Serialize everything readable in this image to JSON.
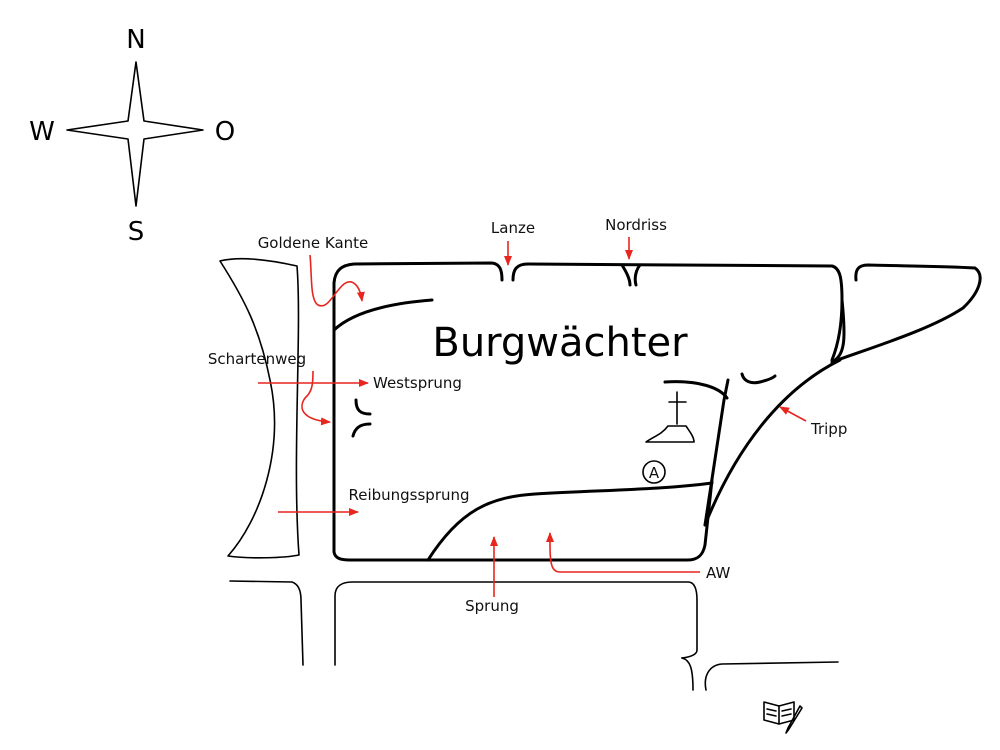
{
  "title": "Burgwächter",
  "compass": {
    "north": "N",
    "south": "S",
    "west": "W",
    "east": "O"
  },
  "routes": [
    {
      "id": "goldene-kante",
      "label": "Goldene Kante"
    },
    {
      "id": "lanze",
      "label": "Lanze"
    },
    {
      "id": "nordriss",
      "label": "Nordriss"
    },
    {
      "id": "schartenweg",
      "label": "Schartenweg"
    },
    {
      "id": "westsprung",
      "label": "Westsprung"
    },
    {
      "id": "reibungssprung",
      "label": "Reibungssprung"
    },
    {
      "id": "tripp",
      "label": "Tripp"
    },
    {
      "id": "sprung",
      "label": "Sprung"
    },
    {
      "id": "aw",
      "label": "AW"
    }
  ],
  "anchor_marker": "A",
  "icons": {
    "summit": "summit-cross-icon",
    "anchor": "anchor-a-icon",
    "summit_book": "summit-book-icon"
  },
  "colors": {
    "route_arrow": "#e8251f",
    "rock_outline": "#000000"
  }
}
